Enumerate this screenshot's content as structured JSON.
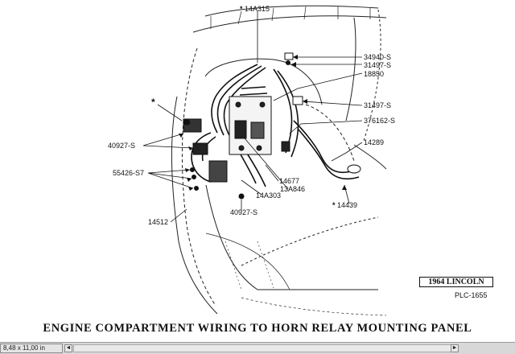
{
  "diagram": {
    "title": "ENGINE COMPARTMENT WIRING TO HORN RELAY MOUNTING PANEL",
    "badge": "1964 LINCOLN",
    "plate": "PLC-1655",
    "star_marker": "*",
    "labels": {
      "p14A315": "14A315",
      "p34940S": "34940-S",
      "p31497S_top": "31497-S",
      "p18850": "18850",
      "p31497S_mid": "31497-S",
      "p376162S": "376162-S",
      "p14289": "14289",
      "p40927S_left": "40927-S",
      "p55426S7": "55426-S7",
      "p14677": "14677",
      "p13A846": "13A846",
      "p14A303": "14A303",
      "p14439": "14439",
      "p14512": "14512",
      "p40927S_bottom": "40927-S"
    }
  },
  "statusbar": {
    "page_size": "8,48 x 11,00 in",
    "left_arrow": "◄",
    "right_arrow": "►"
  }
}
